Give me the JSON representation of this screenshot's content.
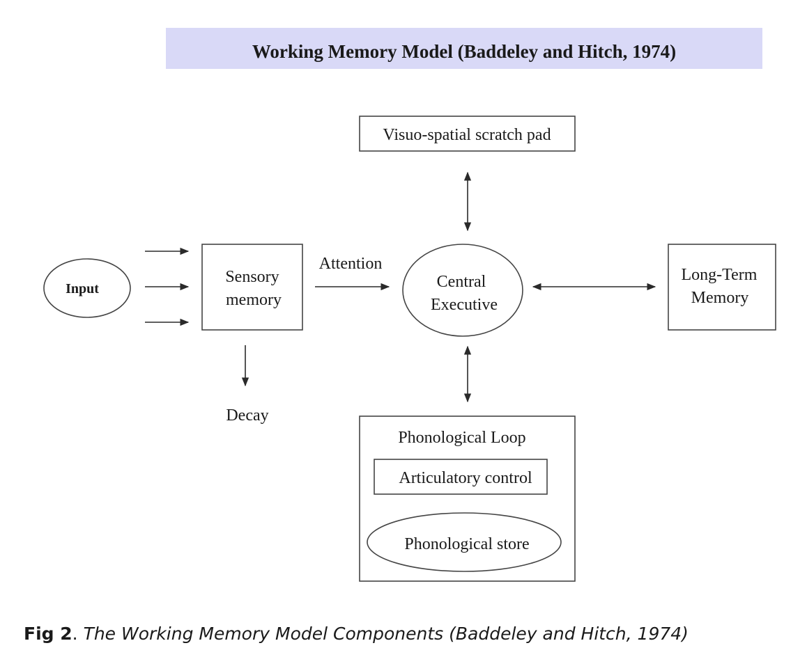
{
  "title": "Working Memory Model (Baddeley and Hitch, 1974)",
  "colors": {
    "title_band": "#d9d9f7",
    "stroke": "#444444"
  },
  "nodes": {
    "input": "Input",
    "sensory_memory": [
      "Sensory",
      "memory"
    ],
    "central_executive": [
      "Central",
      "Executive"
    ],
    "visuo_spatial": "Visuo-spatial scratch pad",
    "long_term_memory": [
      "Long-Term",
      "Memory"
    ],
    "phonological_loop": "Phonological Loop",
    "articulatory_control": "Articulatory control",
    "phonological_store": "Phonological store"
  },
  "edge_labels": {
    "attention": "Attention",
    "decay": "Decay"
  },
  "caption": {
    "label": "Fig 2",
    "separator": ". ",
    "text": "The Working Memory Model Components (Baddeley and Hitch, 1974)"
  }
}
